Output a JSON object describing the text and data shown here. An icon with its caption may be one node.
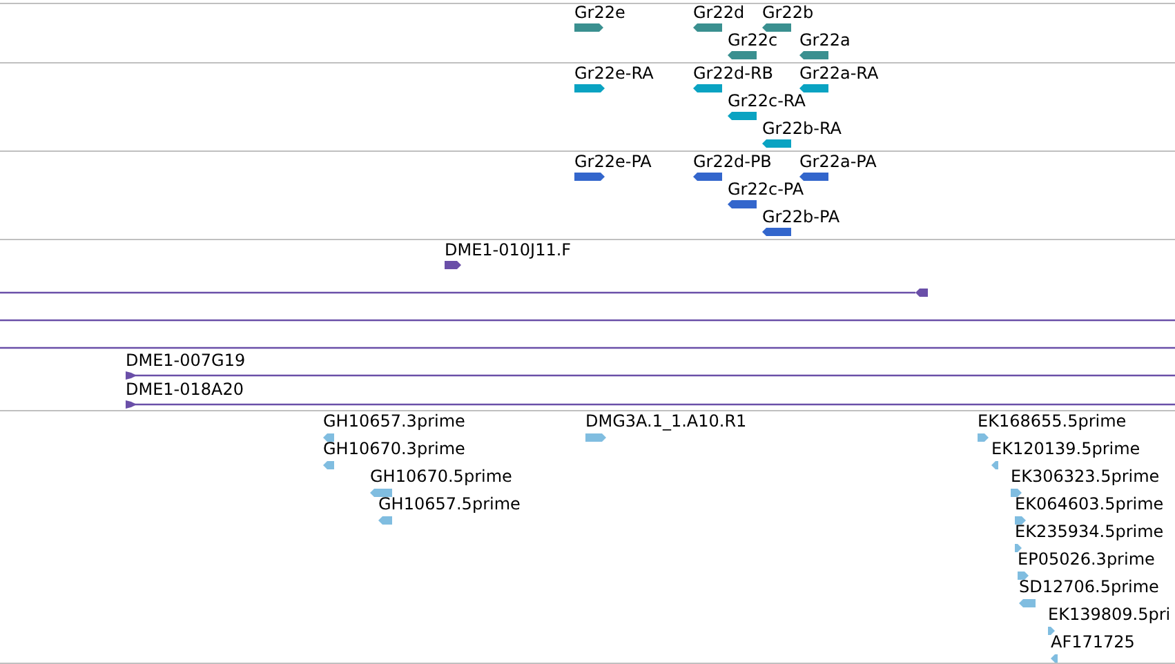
{
  "diagram": {
    "nodes": [
      {
        "text": [
          "Gr22e"
        ]
      },
      {
        "text": [
          "Gr22d"
        ]
      },
      {
        "text": [
          "Gr22b"
        ]
      },
      {
        "text": [
          "Gr22c"
        ]
      },
      {
        "text": [
          "Gr22a"
        ]
      },
      {
        "text": [
          "Gr22e-RA"
        ]
      },
      {
        "text": [
          "Gr22d-RB"
        ]
      },
      {
        "text": [
          "Gr22a-RA"
        ]
      },
      {
        "text": [
          "Gr22c-RA"
        ]
      },
      {
        "text": [
          "Gr22b-RA"
        ]
      },
      {
        "text": [
          "Gr22e-PA"
        ]
      },
      {
        "text": [
          "Gr22d-PB"
        ]
      },
      {
        "text": [
          "Gr22a-PA"
        ]
      },
      {
        "text": [
          "Gr22c-PA"
        ]
      },
      {
        "text": [
          "Gr22b-PA"
        ]
      },
      {
        "text": [
          "DME1-010J11.F"
        ]
      },
      {
        "text": [],
        "shape": "bar"
      },
      {
        "text": [],
        "shape": "bar"
      },
      {
        "text": [],
        "shape": "bar"
      },
      {
        "text": [
          "DME1-007G19"
        ]
      },
      {
        "text": [
          "DME1-018A20"
        ]
      },
      {
        "text": [
          "GH10657.3prime"
        ]
      },
      {
        "text": [
          "DMG3A.1_1.A10.R1"
        ]
      },
      {
        "text": [
          "EK168655.5prime"
        ]
      },
      {
        "text": [
          "GH10670.3prime"
        ]
      },
      {
        "text": [
          "EK120139.5prime"
        ]
      },
      {
        "text": [
          "GH10670.5prime"
        ]
      },
      {
        "text": [
          "EK306323.5prime"
        ]
      },
      {
        "text": [
          "GH10657.5prime"
        ]
      },
      {
        "text": [
          "EK064603.5prime"
        ]
      },
      {
        "text": [
          "EK235934.5prime"
        ]
      },
      {
        "text": [
          "EP05026.3prime"
        ]
      },
      {
        "text": [
          "SD12706.5prime"
        ]
      },
      {
        "text": [
          "EK139809.5pri"
        ]
      },
      {
        "text": [
          "AF171725"
        ]
      }
    ]
  }
}
